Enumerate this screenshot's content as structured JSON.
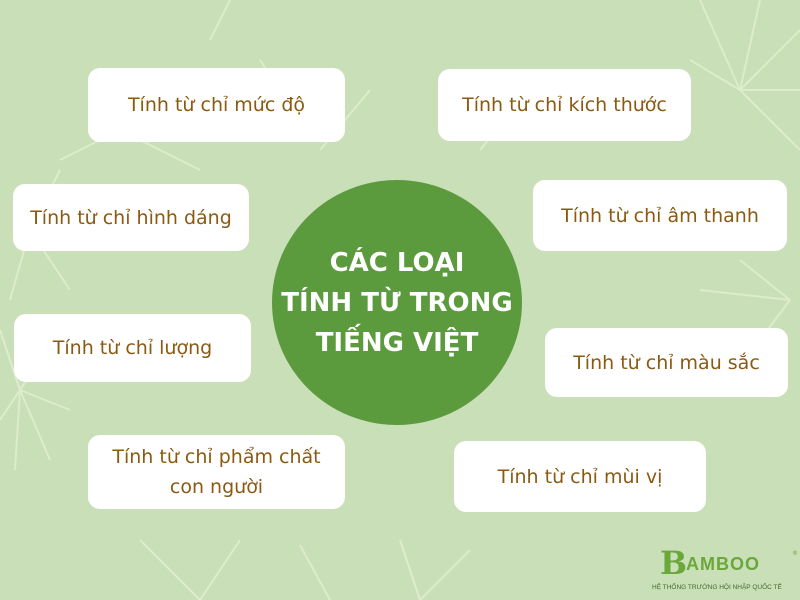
{
  "center": {
    "line1": "CÁC LOẠI",
    "line2": "TÍNH TỪ TRONG",
    "line3": "TIẾNG VIỆT"
  },
  "types": {
    "muc_do": "Tính từ chỉ mức độ",
    "kich_thuoc": "Tính từ chỉ kích thước",
    "hinh_dang": "Tính từ chỉ hình dáng",
    "am_thanh": "Tính từ chỉ âm thanh",
    "luong": "Tính từ chỉ lượng",
    "mau_sac": "Tính từ chỉ màu sắc",
    "pham_chat": "Tính từ chỉ phẩm chất con người",
    "mui_vi": "Tính từ chỉ mùi vị"
  },
  "logo": {
    "mark": "B",
    "word": "AMBOO",
    "registered": "®",
    "tagline": "HỆ THỐNG TRƯỜNG HỘI NHẬP QUỐC TẾ"
  },
  "colors": {
    "background": "#c9dfb8",
    "center_circle": "#5c9a3e",
    "card_text": "#8a5a12",
    "brand": "#6aa83a"
  }
}
